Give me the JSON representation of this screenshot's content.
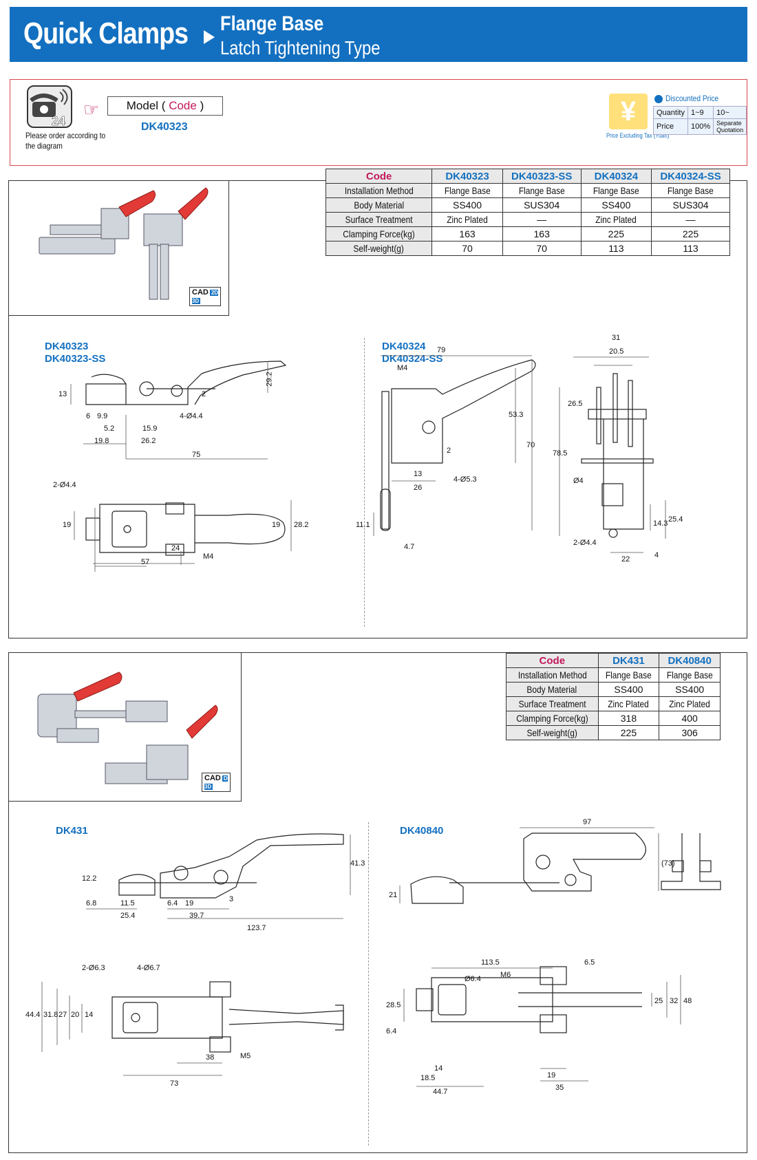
{
  "header": {
    "title": "Quick Clamps",
    "subtitle_line1": "Flange Base",
    "subtitle_line2": "Latch Tightening Type"
  },
  "order": {
    "note": "Please order according to the diagram",
    "model_label": "Model (",
    "model_code": "Code",
    "model_close": ")",
    "model_value": "DK40323"
  },
  "price": {
    "title": "Discounted Price",
    "quantity_label": "Quantity",
    "price_label": "Price",
    "ranges": [
      "1~9",
      "10~"
    ],
    "values": [
      "100%",
      "Separate Quotation"
    ],
    "tax_note": "Price Excluding Tax (Yuan)"
  },
  "panel1": {
    "cad": "CAD",
    "table": {
      "headers": [
        "Code",
        "DK40323",
        "DK40323-SS",
        "DK40324",
        "DK40324-SS"
      ],
      "rows": [
        [
          "Installation Method",
          "Flange Base",
          "Flange Base",
          "Flange Base",
          "Flange Base"
        ],
        [
          "Body Material",
          "SS400",
          "SUS304",
          "SS400",
          "SUS304"
        ],
        [
          "Surface Treatment",
          "Zinc Plated",
          "—",
          "Zinc Plated",
          "—"
        ],
        [
          "Clamping Force(kg)",
          "163",
          "163",
          "225",
          "225"
        ],
        [
          "Self-weight(g)",
          "70",
          "70",
          "113",
          "113"
        ]
      ]
    },
    "drawing_left": [
      "DK40323",
      "DK40323-SS"
    ],
    "drawing_right": [
      "DK40324",
      "DK40324-SS"
    ]
  },
  "panel2": {
    "cad": "CAD",
    "table": {
      "headers": [
        "Code",
        "DK431",
        "DK40840"
      ],
      "rows": [
        [
          "Installation Method",
          "Flange Base",
          "Flange Base"
        ],
        [
          "Body Material",
          "SS400",
          "SS400"
        ],
        [
          "Surface Treatment",
          "Zinc Plated",
          "Zinc Plated"
        ],
        [
          "Clamping Force(kg)",
          "318",
          "400"
        ],
        [
          "Self-weight(g)",
          "225",
          "306"
        ]
      ]
    },
    "drawing_left": "DK431",
    "drawing_right": "DK40840"
  },
  "dims": {
    "d1": [
      "29.2",
      "13",
      "2",
      "6",
      "9.9",
      "5.2",
      "15.9",
      "19.8",
      "26.2",
      "75",
      "4-Ø4.4",
      "2-Ø4.4",
      "19",
      "19",
      "28.2",
      "24",
      "M4",
      "57"
    ],
    "d2": [
      "79",
      "M4",
      "53.3",
      "70",
      "2",
      "13",
      "4-Ø5.3",
      "26",
      "11.1",
      "4.7",
      "31",
      "20.5",
      "26.5",
      "78.5",
      "Ø4",
      "25.4",
      "14.3",
      "2-Ø4.4",
      "22",
      "4"
    ],
    "d3": [
      "41.3",
      "12.2",
      "6.8",
      "11.5",
      "6.4",
      "19",
      "25.4",
      "39.7",
      "3",
      "123.7",
      "2-Ø6.3",
      "4-Ø6.7",
      "44.4",
      "31.8",
      "27",
      "20",
      "14",
      "38",
      "M5",
      "73"
    ],
    "d4": [
      "97",
      "(73)",
      "21",
      "113.5",
      "6.5",
      "Ø6.4",
      "M6",
      "28.5",
      "6.4",
      "25",
      "32",
      "48",
      "14",
      "18.5",
      "19",
      "44.7",
      "35"
    ]
  }
}
